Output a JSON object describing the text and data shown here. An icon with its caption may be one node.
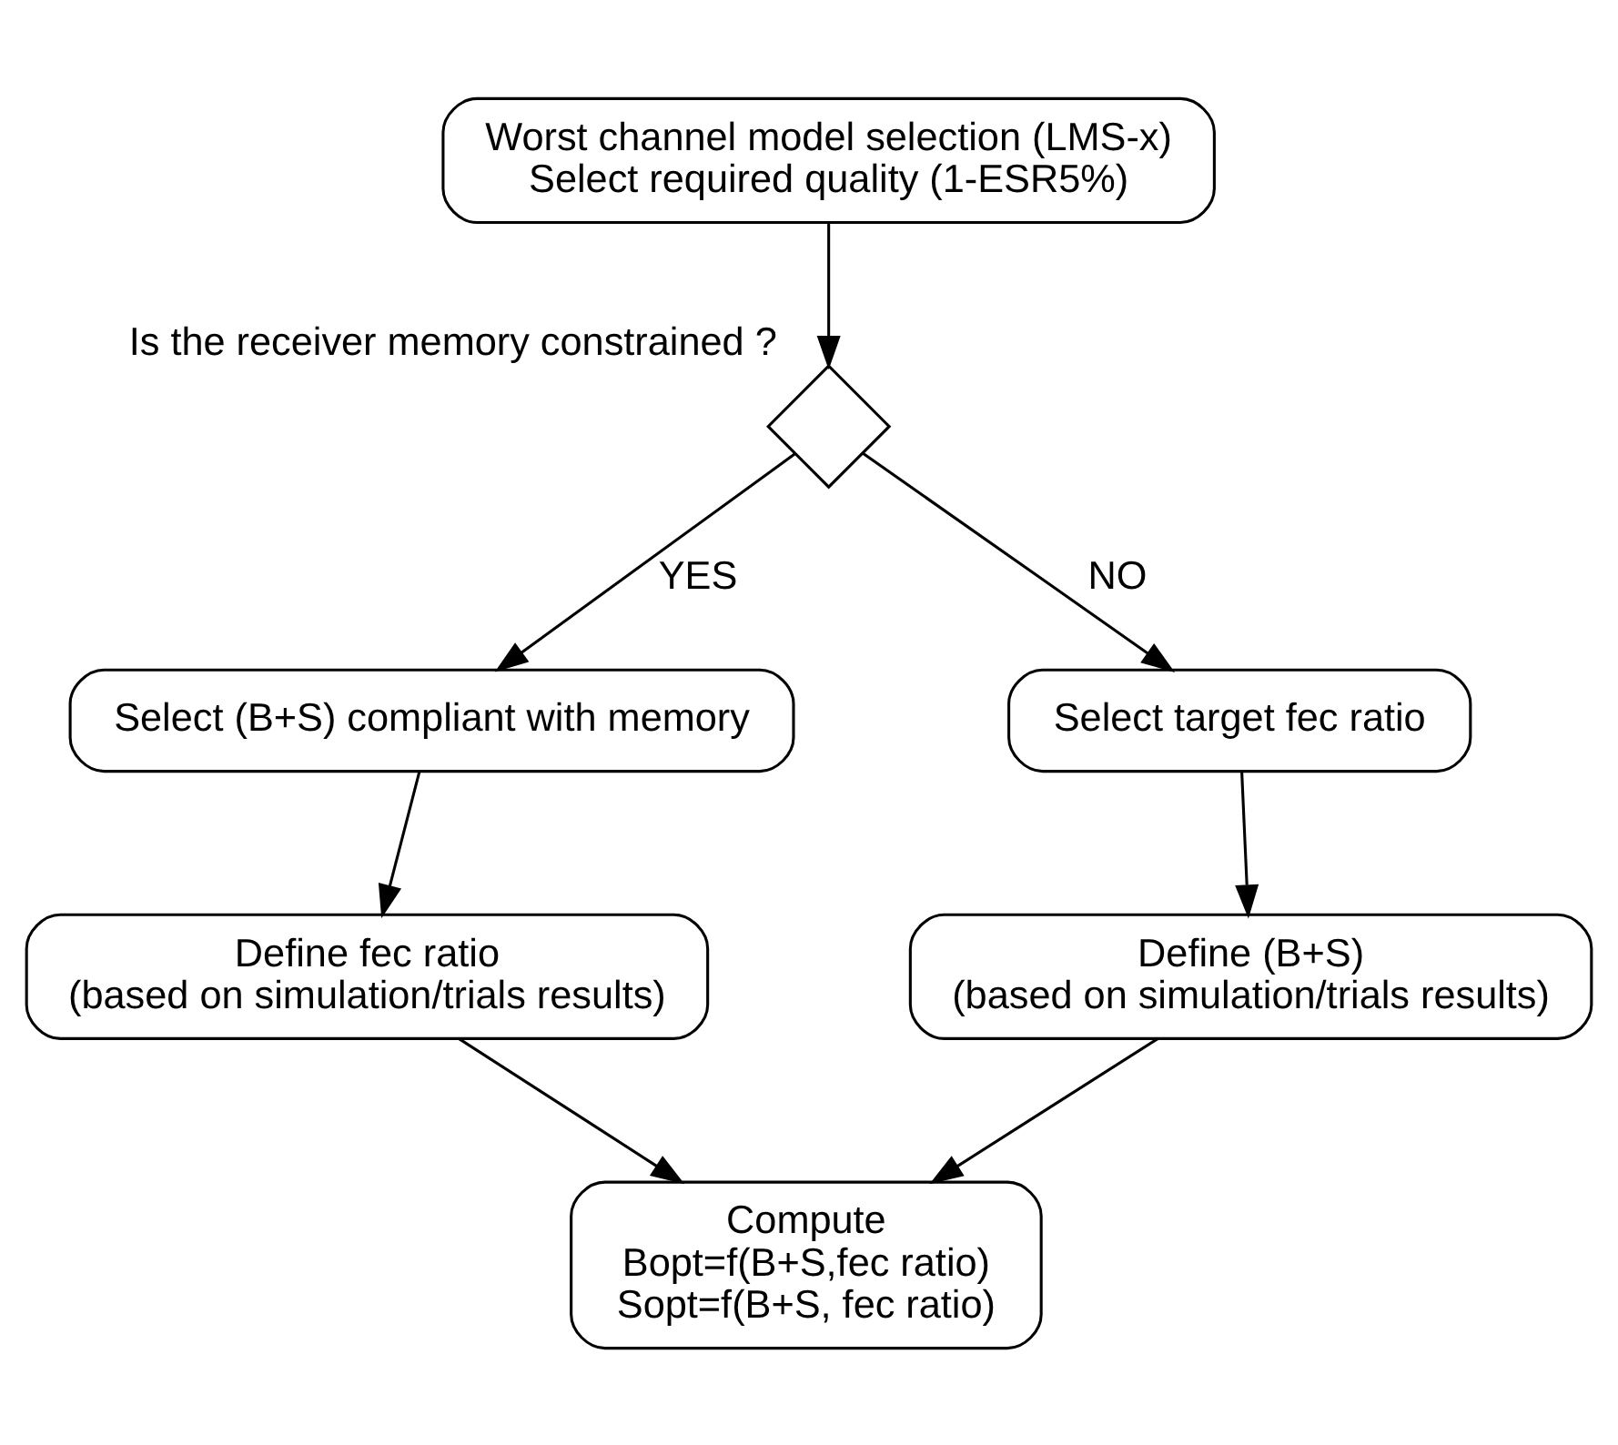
{
  "diagram": {
    "nodes": [
      {
        "text": [
          "Worst channel model selection (LMS-x)",
          "Select required quality (1-ESR5%)"
        ]
      },
      {
        "text": [],
        "shape": "diamond",
        "beside": [
          "Is the receiver memory constrained ?"
        ]
      },
      {
        "text": [
          "Select (B+S) compliant with memory"
        ]
      },
      {
        "text": [
          "Select target fec ratio"
        ]
      },
      {
        "text": [
          "Define fec ratio",
          "(based on simulation/trials results)"
        ]
      },
      {
        "text": [
          "Define (B+S)",
          "(based on simulation/trials results)"
        ]
      },
      {
        "text": [
          "Compute",
          "Bopt=f(B+S,fec ratio)",
          "Sopt=f(B+S, fec ratio)"
        ]
      }
    ],
    "edges": [
      {
        "from": 0,
        "to": 1,
        "arrow": "to"
      },
      {
        "from": 1,
        "to": 2,
        "arrow": "to",
        "label": "YES"
      },
      {
        "from": 1,
        "to": 3,
        "arrow": "to",
        "label": "NO"
      },
      {
        "from": 2,
        "to": 4,
        "arrow": "to"
      },
      {
        "from": 3,
        "to": 5,
        "arrow": "to"
      },
      {
        "from": 4,
        "to": 6,
        "arrow": "to"
      },
      {
        "from": 5,
        "to": 6,
        "arrow": "to"
      }
    ]
  }
}
